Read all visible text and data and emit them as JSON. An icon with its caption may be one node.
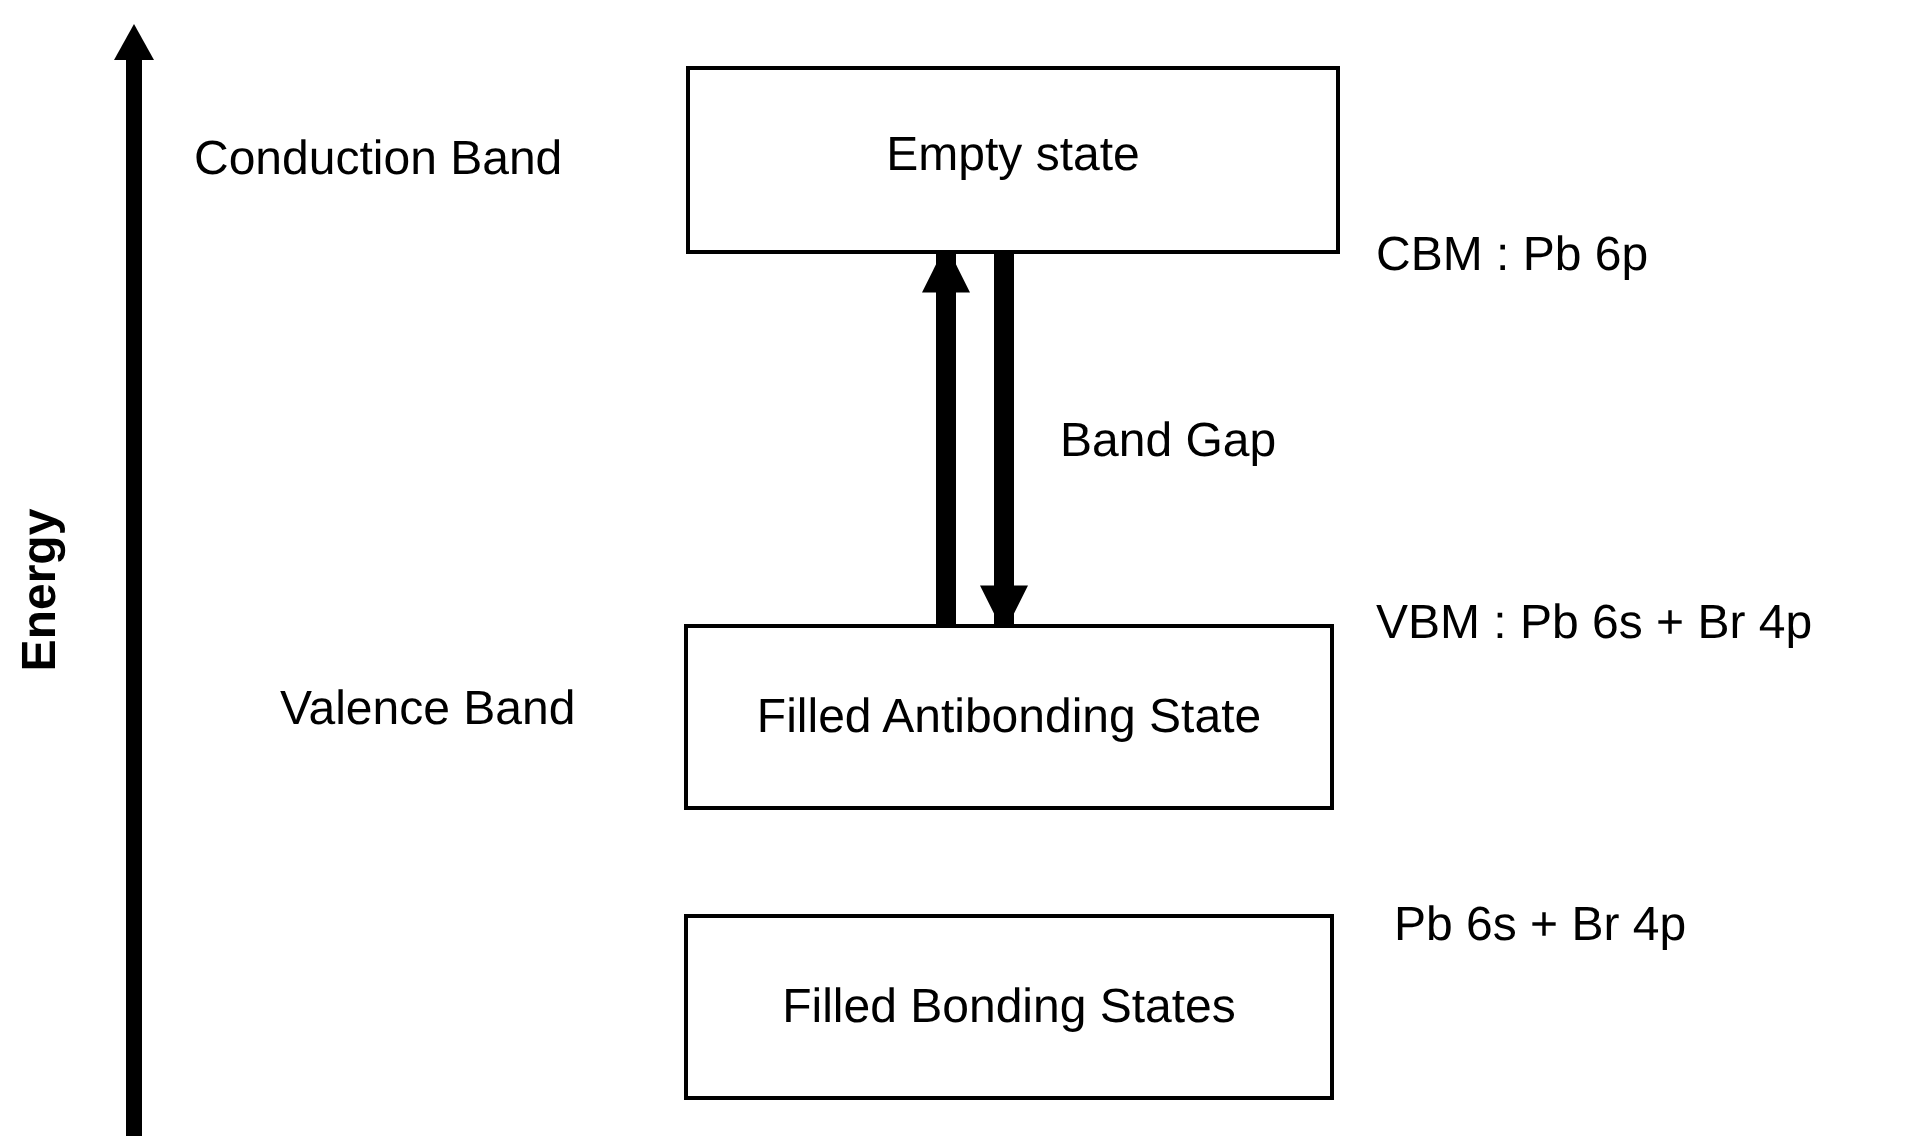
{
  "diagram": {
    "nodes": [
      {
        "text": [
          "Empty state"
        ],
        "beside": [
          "Conduction Band",
          "CBM : Pb 6p"
        ]
      },
      {
        "text": [
          "Filled Antibonding State"
        ],
        "beside": [
          "Valence Band",
          "VBM : Pb 6s + Br 4p"
        ]
      },
      {
        "text": [
          "Filled Bonding States"
        ],
        "beside": [
          "Pb 6s + Br 4p"
        ]
      }
    ],
    "edges": [
      {
        "from": 1,
        "to": 0,
        "arrow": "to"
      },
      {
        "from": 0,
        "to": 1,
        "arrow": "to",
        "label": "Band Gap"
      }
    ],
    "labels": [
      "Energy"
    ]
  }
}
